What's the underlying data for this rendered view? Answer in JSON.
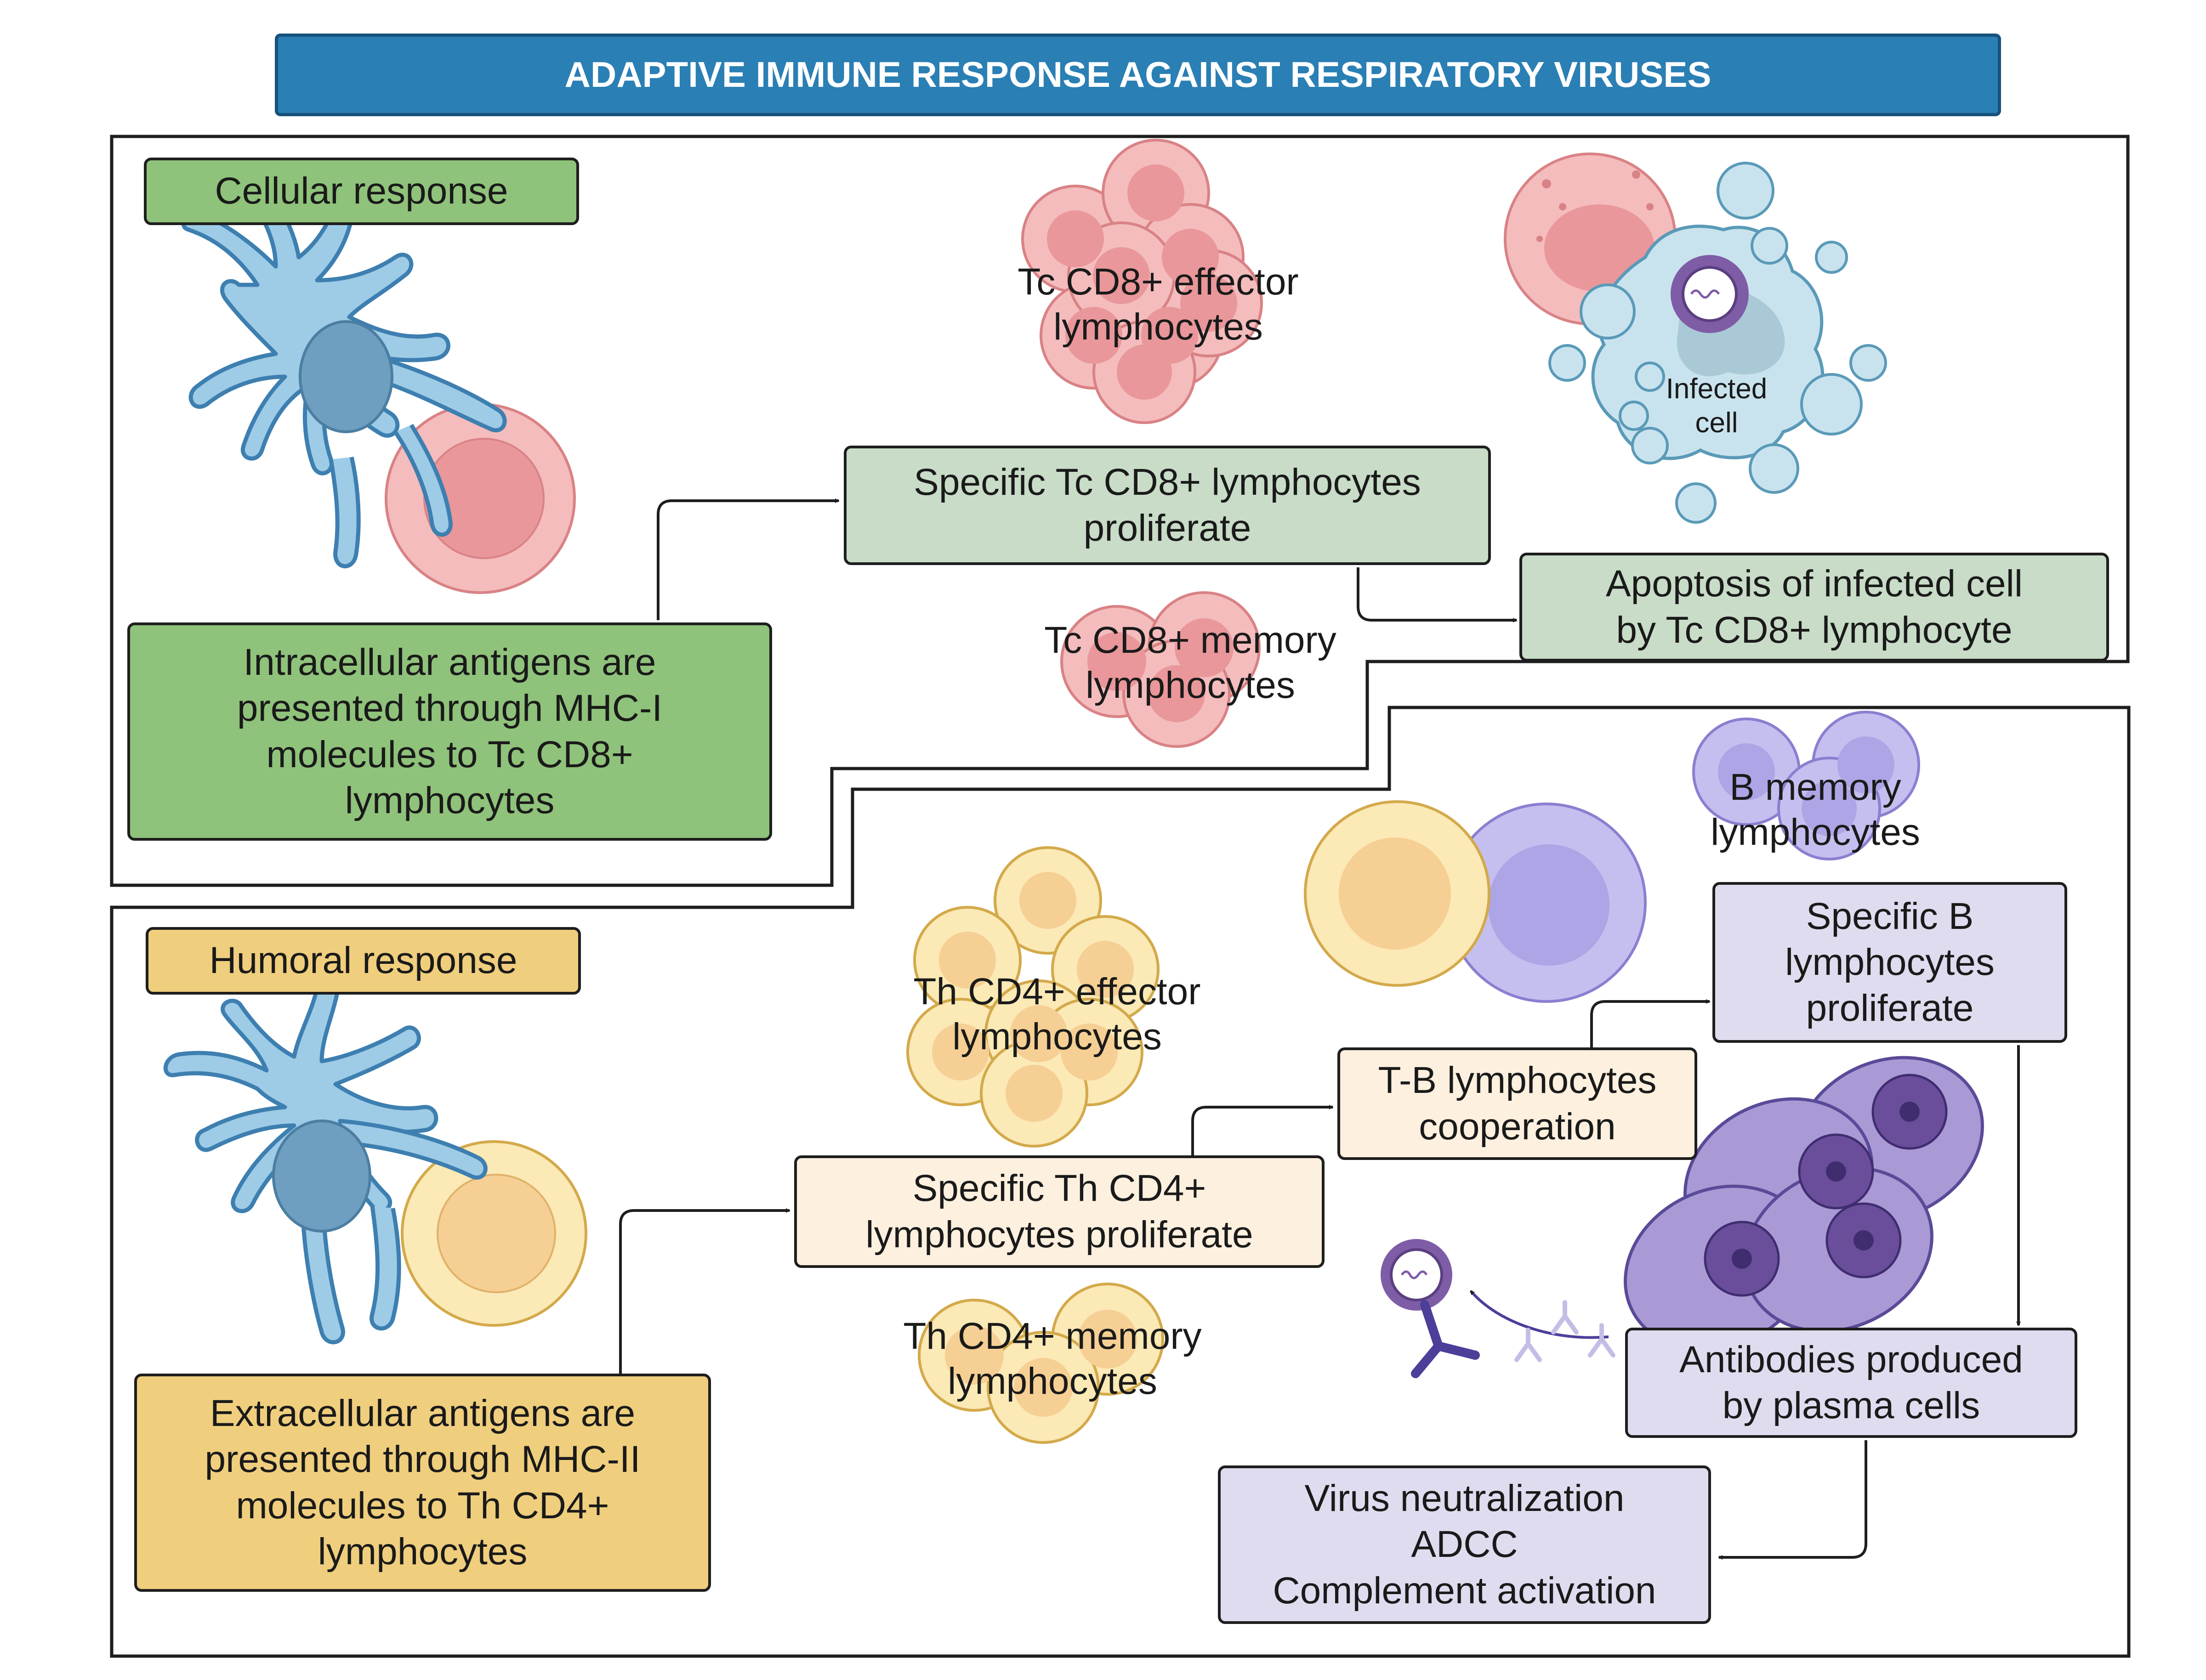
{
  "title": "ADAPTIVE IMMUNE RESPONSE AGAINST RESPIRATORY VIRUSES",
  "cellular": {
    "section_label": "Cellular response",
    "antigen_presentation": "Intracellular antigens are\npresented through MHC-I\nmolecules to Tc CD8+\nlymphocytes",
    "proliferation": "Specific Tc CD8+ lymphocytes\nproliferate",
    "effector_label": "Tc CD8+ effector\nlymphocytes",
    "memory_label": "Tc CD8+ memory\nlymphocytes",
    "infected_cell_label": "Infected\ncell",
    "apoptosis": "Apoptosis of infected cell\nby Tc CD8+ lymphocyte"
  },
  "humoral": {
    "section_label": "Humoral response",
    "antigen_presentation": "Extracellular antigens are\npresented through MHC-II\nmolecules to Th CD4+\nlymphocytes",
    "proliferation": "Specific Th CD4+\nlymphocytes proliferate",
    "effector_label": "Th CD4+ effector\nlymphocytes",
    "memory_label": "Th CD4+ memory\nlymphocytes",
    "tb_cooperation": "T-B lymphocytes\ncooperation",
    "b_memory_label": "B memory\nlymphocytes",
    "b_proliferation": "Specific B\nlymphocytes\nproliferate",
    "antibodies": "Antibodies produced\nby plasma cells",
    "outcomes": "Virus neutralization\nADCC\nComplement activation"
  },
  "colors": {
    "banner": "#2a7fb4",
    "cellular_dark": "#8fc27a",
    "cellular_light": "#c8dcc8",
    "humoral_dark": "#efce7d",
    "humoral_light": "#fdf0df",
    "b_cell_box": "#dfdcef",
    "dendritic_cell": "#9ecbe6",
    "tc_cell": "#f2b6b7",
    "th_cell": "#fbe9b6",
    "b_cell": "#c5bff0",
    "plasma_cell": "#a99ad6"
  }
}
